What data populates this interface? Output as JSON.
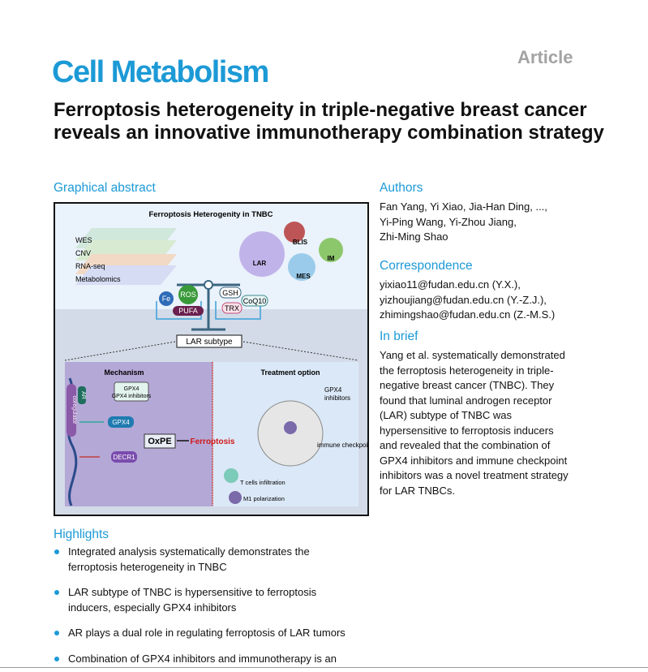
{
  "header": {
    "journal": "Cell Metabolism",
    "article_type": "Article"
  },
  "title": "Ferroptosis heterogeneity in triple-negative breast cancer reveals an innovative immunotherapy combination strategy",
  "graphical_abstract": {
    "heading": "Graphical abstract",
    "figure": {
      "title": "Ferroptosis Heterogenity in  TNBC",
      "omics": [
        "WES",
        "CNV",
        "RNA-seq",
        "Metabolomics"
      ],
      "subtypes": [
        "LAR",
        "BLIS",
        "IM",
        "MES"
      ],
      "left_pan": [
        "Fe",
        "ROS",
        "PUFA"
      ],
      "right_pan": [
        "GSH",
        "CoQ10",
        "TRX"
      ],
      "lar_subtype": "LAR subtype",
      "mechanism": "Mechanism",
      "treatment": "Treatment option",
      "ar": "AR",
      "coregulator": "coregulator",
      "gpx4_inhibitors_box": "GPX4 inhibitors",
      "gpx4": "GPX4",
      "decr1": "DECR1",
      "oxpe": "OxPE",
      "ferroptosis": "Ferroptosis",
      "gpx4_inhibitors_label": "GPX4 inhibitors",
      "icb": "immune checkpoint blockade",
      "tcells": "T cells infiltration",
      "m1": "M1 polarization"
    }
  },
  "authors": {
    "heading": "Authors",
    "lines": [
      "Fan Yang, Yi Xiao, Jia-Han Ding, ...,",
      "Yi-Ping Wang, Yi-Zhou Jiang,",
      "Zhi-Ming Shao"
    ]
  },
  "correspondence": {
    "heading": "Correspondence",
    "lines": [
      "yixiao11@fudan.edu.cn (Y.X.),",
      "yizhoujiang@fudan.edu.cn (Y.-Z.J.),",
      "zhimingshao@fudan.edu.cn (Z.-M.S.)"
    ]
  },
  "in_brief": {
    "heading": "In brief",
    "lines": [
      "Yang et al. systematically demonstrated",
      "the ferroptosis heterogeneity in triple-",
      "negative breast cancer (TNBC). They",
      "found that luminal androgen receptor",
      "(LAR) subtype of TNBC was",
      "hypersensitive to ferroptosis inducers",
      "and revealed that the combination of",
      "GPX4 inhibitors and immune checkpoint",
      "inhibitors was a novel treatment strategy",
      "for LAR TNBCs."
    ]
  },
  "highlights": {
    "heading": "Highlights",
    "items": [
      [
        "Integrated analysis systematically demonstrates the",
        "ferroptosis heterogeneity in TNBC"
      ],
      [
        "LAR subtype of TNBC is hypersensitive to ferroptosis",
        "inducers, especially GPX4 inhibitors"
      ],
      [
        "AR plays a dual role in regulating ferroptosis of LAR tumors"
      ],
      [
        "Combination of GPX4 inhibitors and immunotherapy is an"
      ]
    ]
  }
}
